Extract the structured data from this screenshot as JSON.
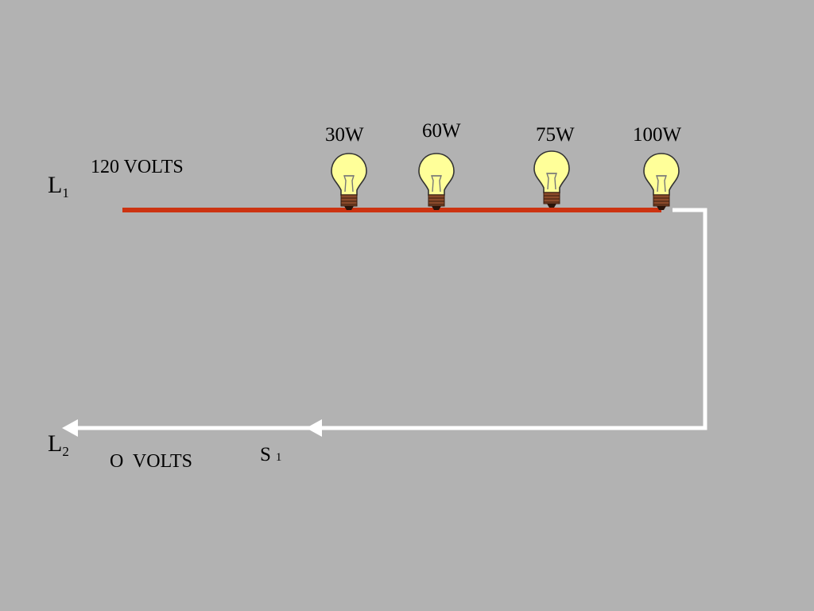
{
  "lines": {
    "l1": {
      "letter": "L",
      "subscript": "1",
      "voltage": "120 VOLTS",
      "color": "#cc3311"
    },
    "l2": {
      "letter": "L",
      "subscript": "2",
      "voltage": "O  VOLTS",
      "color": "#ffffff"
    }
  },
  "lamps": [
    {
      "wattage": "30W",
      "icon": "light-bulb-icon"
    },
    {
      "wattage": "60W",
      "icon": "light-bulb-icon"
    },
    {
      "wattage": "75W",
      "icon": "light-bulb-icon"
    },
    {
      "wattage": "100W",
      "icon": "light-bulb-icon"
    }
  ],
  "switch": {
    "letter": "S",
    "subscript": "1"
  },
  "colors": {
    "background": "#b2b2b2",
    "bulb_glass": "#ffff99",
    "bulb_base": "#8b4a2b"
  }
}
